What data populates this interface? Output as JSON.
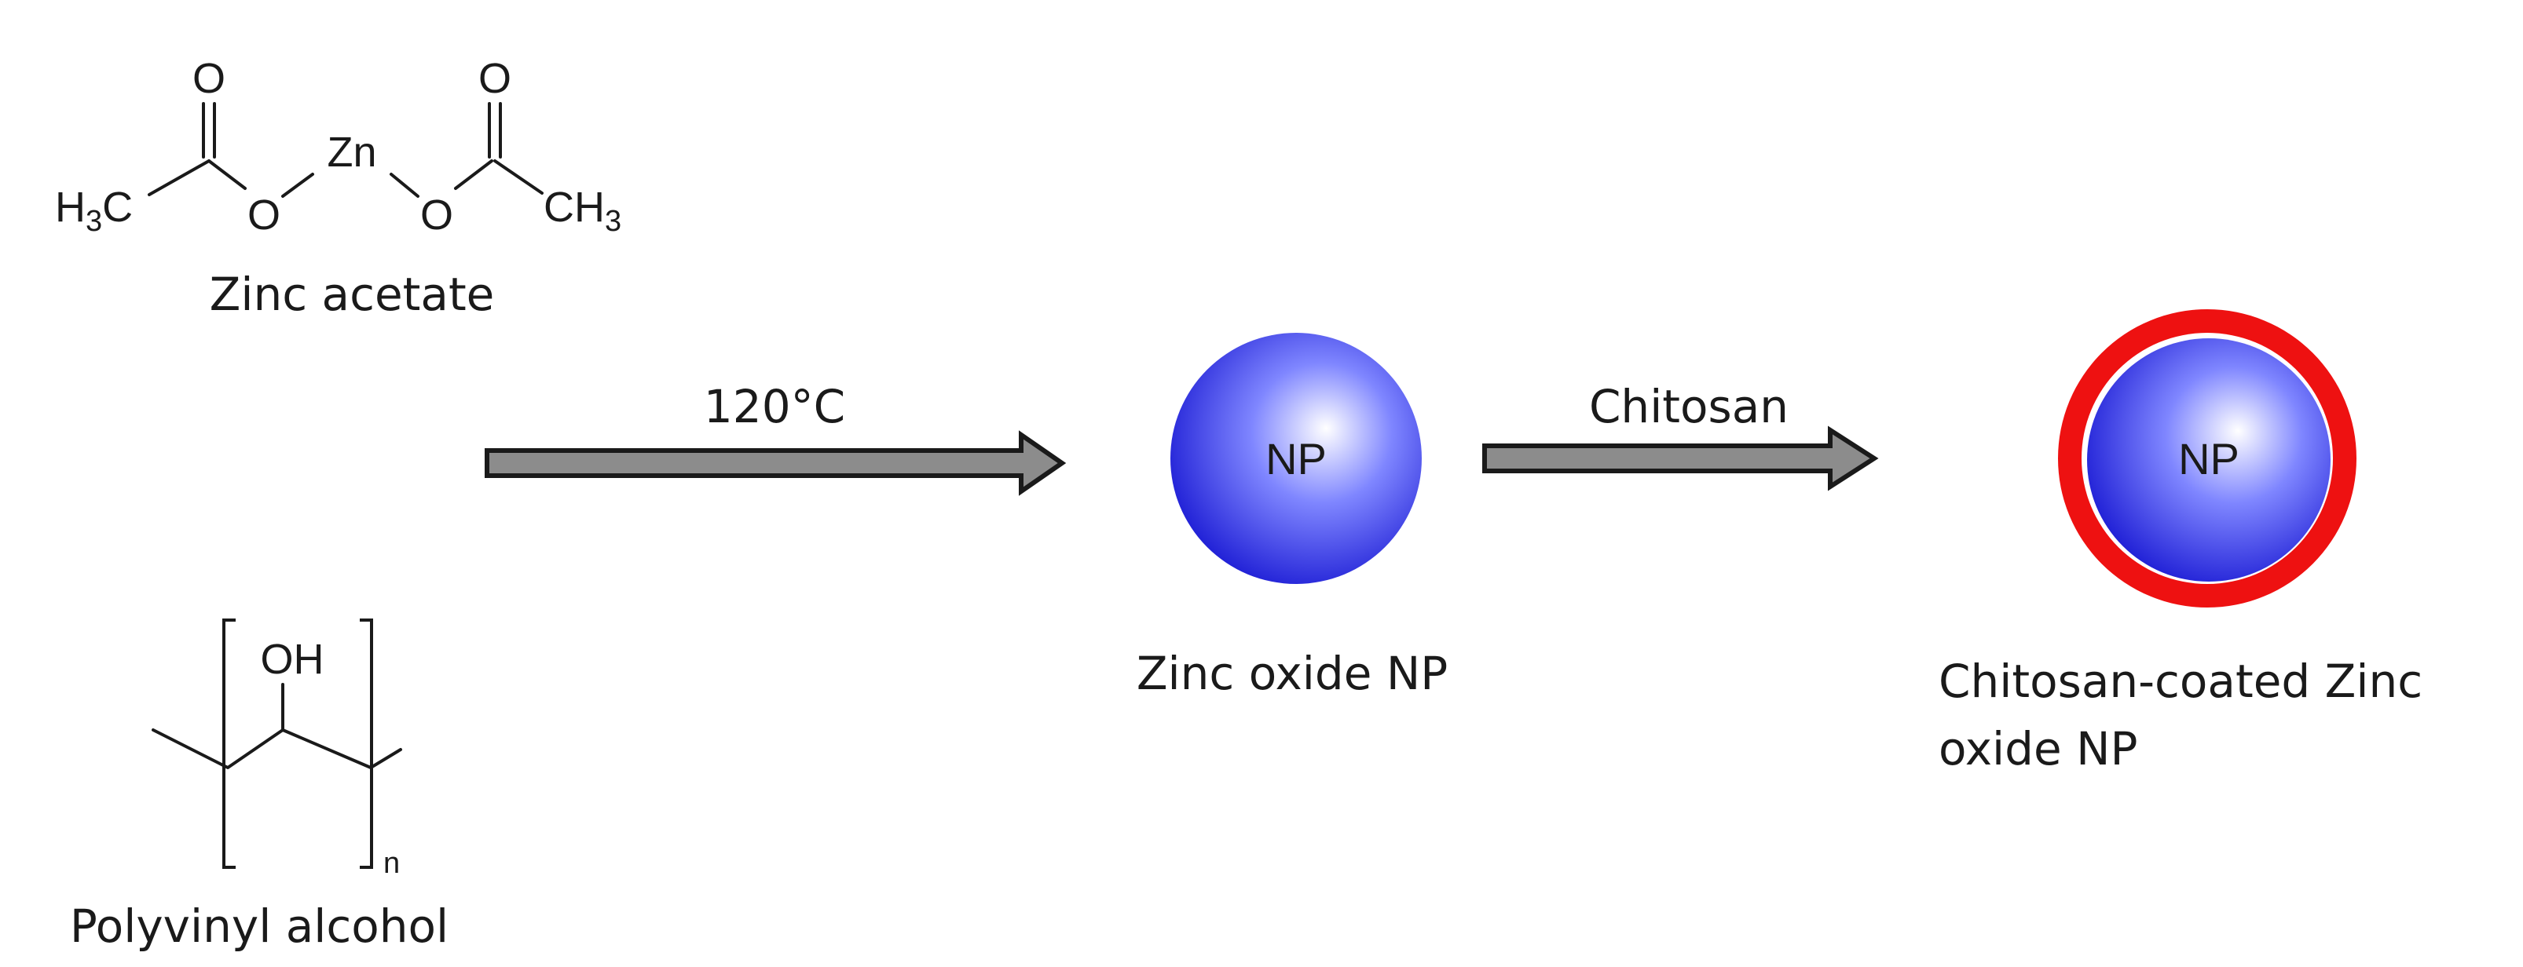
{
  "reactants": {
    "zinc_acetate": {
      "name": "Zinc acetate",
      "atoms": {
        "carbonyl_o": "O",
        "ester_o": "O",
        "metal": "Zn",
        "methyl_main": "H",
        "methyl_sub": "3",
        "methyl_c": "C",
        "methyl_right_c": "CH",
        "methyl_right_sub": "3"
      }
    },
    "polyvinyl_alcohol": {
      "name": "Polyvinyl alcohol",
      "group": "OH",
      "repeat": "n"
    }
  },
  "steps": [
    {
      "condition": "120°C"
    },
    {
      "condition": "Chitosan"
    }
  ],
  "products": {
    "zinc_oxide_np": {
      "core_label": "NP",
      "caption": "Zinc oxide NP"
    },
    "coated_np": {
      "core_label": "NP",
      "caption_line1": "Chitosan-coated Zinc",
      "caption_line2": "oxide NP"
    }
  },
  "colors": {
    "np_core_light": "#ffffff",
    "np_core_mid": "#7f86ff",
    "np_core_dark": "#2020d6",
    "coating": "#ee1111",
    "arrow_fill": "#8c8c8c",
    "ink": "#1a1a1a"
  }
}
